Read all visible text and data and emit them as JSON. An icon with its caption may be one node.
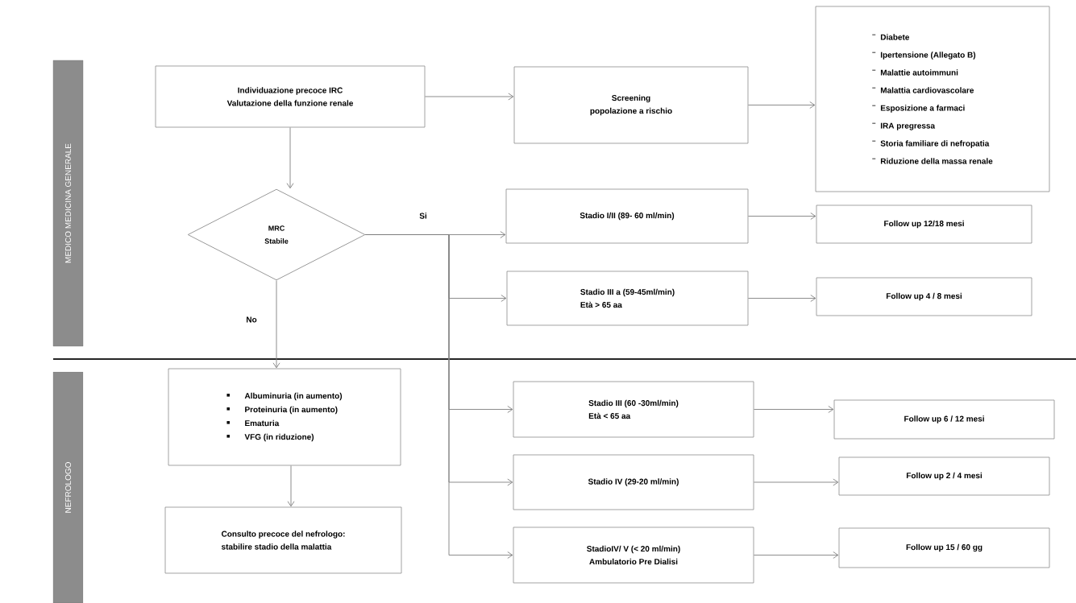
{
  "diagram": {
    "nodes": [
      {
        "text": [
          "MEDICO MEDICINA GENERALE"
        ]
      },
      {
        "text": [
          "NEFROLOGO"
        ]
      },
      {
        "text": [
          "Individuazione precoce IRC",
          "Valutazione della funzione renale"
        ]
      },
      {
        "text": [
          "Screening",
          "popolazione a rischio"
        ]
      },
      {
        "text": [
          "Diabete",
          "Ipertensione (Allegato B)",
          "Malattie autoimmuni",
          "Malattia cardiovascolare",
          "Esposizione a farmaci",
          "IRA pregressa",
          "Storia familiare di nefropatia",
          "Riduzione della massa renale"
        ]
      },
      {
        "text": [
          "MRC",
          "Stabile"
        ]
      },
      {
        "text": [
          "Stadio I/II (89- 60 ml/min)"
        ]
      },
      {
        "text": [
          "Follow up 12/18 mesi"
        ]
      },
      {
        "text": [
          "Stadio III a (59-45ml/min)",
          "Età > 65 aa"
        ]
      },
      {
        "text": [
          "Follow up 4 / 8 mesi"
        ]
      },
      {
        "text": [
          "Albuminuria (in aumento)",
          "Proteinuria (in aumento)",
          "Ematuria",
          "VFG (in riduzione)"
        ]
      },
      {
        "text": [
          "Consulto precoce del nefrologo:",
          "stabilire stadio della malattia"
        ]
      },
      {
        "text": [
          "Stadio III (60 -30ml/min)",
          "Età < 65 aa"
        ]
      },
      {
        "text": [
          "Follow up 6 / 12 mesi"
        ]
      },
      {
        "text": [
          "Stadio IV (29-20 ml/min)"
        ]
      },
      {
        "text": [
          "Follow up 2 / 4 mesi"
        ]
      },
      {
        "text": [
          "StadioIV/ V (< 20 ml/min)",
          "Ambulatorio Pre Dialisi"
        ]
      },
      {
        "text": [
          "Follow up 15 / 60 gg"
        ]
      }
    ],
    "edges": [
      {
        "from": 2,
        "to": 3,
        "arrow": "to"
      },
      {
        "from": 3,
        "to": 4,
        "arrow": "to"
      },
      {
        "from": 2,
        "to": 5,
        "arrow": "to"
      },
      {
        "from": 5,
        "to": 6,
        "arrow": "to",
        "label": "Si"
      },
      {
        "from": 5,
        "to": 8,
        "arrow": "to"
      },
      {
        "from": 5,
        "to": 12,
        "arrow": "to"
      },
      {
        "from": 5,
        "to": 14,
        "arrow": "to"
      },
      {
        "from": 5,
        "to": 16,
        "arrow": "to"
      },
      {
        "from": 5,
        "to": 10,
        "arrow": "to",
        "label": "No"
      },
      {
        "from": 10,
        "to": 11,
        "arrow": "to"
      },
      {
        "from": 6,
        "to": 7,
        "arrow": "to"
      },
      {
        "from": 8,
        "to": 9,
        "arrow": "to"
      },
      {
        "from": 12,
        "to": 13,
        "arrow": "to"
      },
      {
        "from": 14,
        "to": 15,
        "arrow": "to"
      },
      {
        "from": 16,
        "to": 17,
        "arrow": "to"
      }
    ]
  }
}
